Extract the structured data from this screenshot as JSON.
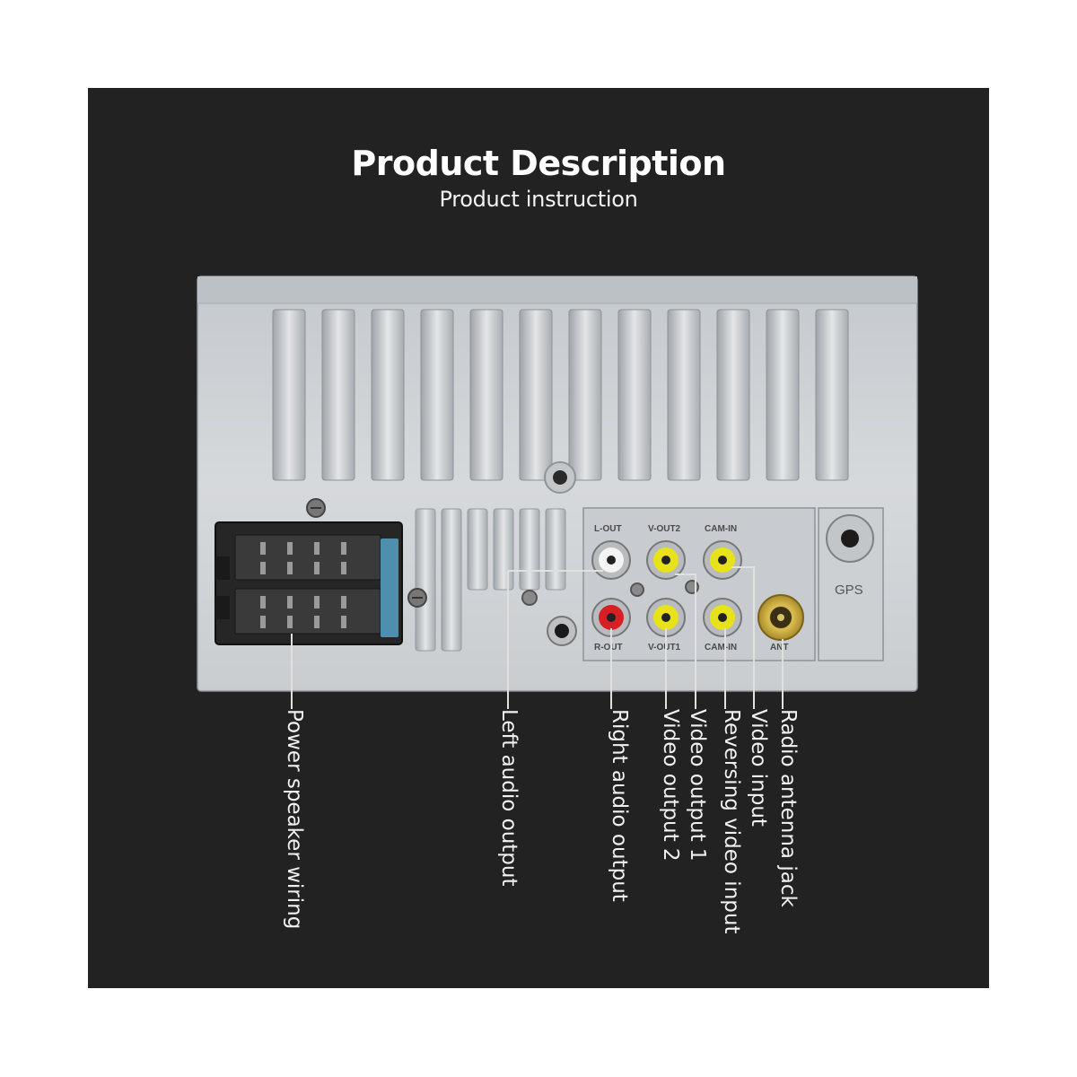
{
  "header": {
    "title": "Product Description",
    "subtitle": "Product instruction"
  },
  "panel_labels": {
    "l_out": "L-OUT",
    "r_out": "R-OUT",
    "v_out2_top": "V-OUT2",
    "v_out1_bottom": "V-OUT1",
    "cam_in_top": "CAM-IN",
    "cam_in_bottom": "CAM-IN",
    "ant": "ANT",
    "gps": "GPS"
  },
  "callouts": {
    "power_speaker": "Power speaker wiring",
    "left_audio": "Left audio output",
    "right_audio": "Right audio output",
    "video_out2": "Video output 2",
    "video_out1": "Video output 1",
    "reversing_video": "Reversing video input",
    "video_input": "Video input",
    "radio_antenna": "Radio antenna jack"
  },
  "colors": {
    "background": "#222222",
    "chassis": "#cfd3d6",
    "jack_white": "#f4f4f4",
    "jack_red": "#d81f26",
    "jack_yellow": "#e8e21a",
    "antenna_gold": "#c9a93a"
  }
}
